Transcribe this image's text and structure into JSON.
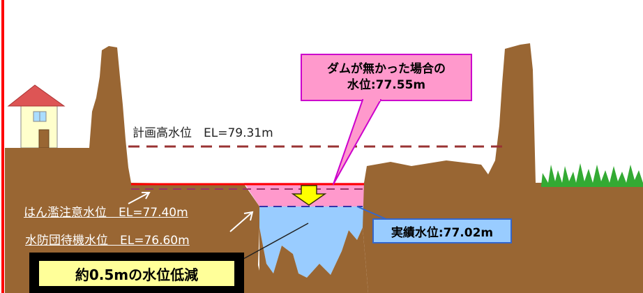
{
  "callout": {
    "line1": "ダムが無かった場合の",
    "line2": "水位:77.55m"
  },
  "levels": {
    "plan_high": "計画高水位　EL=79.31m",
    "flood_warning": "はん濫注意水位　EL=77.40m",
    "standby": "水防団待機水位　EL=76.60m"
  },
  "actual_label": "実績水位:77.02m",
  "reduction_label": "約0.5mの水位低減",
  "colors": {
    "frame": "#ff0000",
    "ground": "#996633",
    "water": "#99ccff",
    "no_dam_water": "#ff99cc",
    "plan_line": "#993333",
    "callout_fill": "#ff99cc",
    "callout_border": "#cc00cc",
    "arrow": "#ffff00",
    "grass": "#33aa33"
  }
}
